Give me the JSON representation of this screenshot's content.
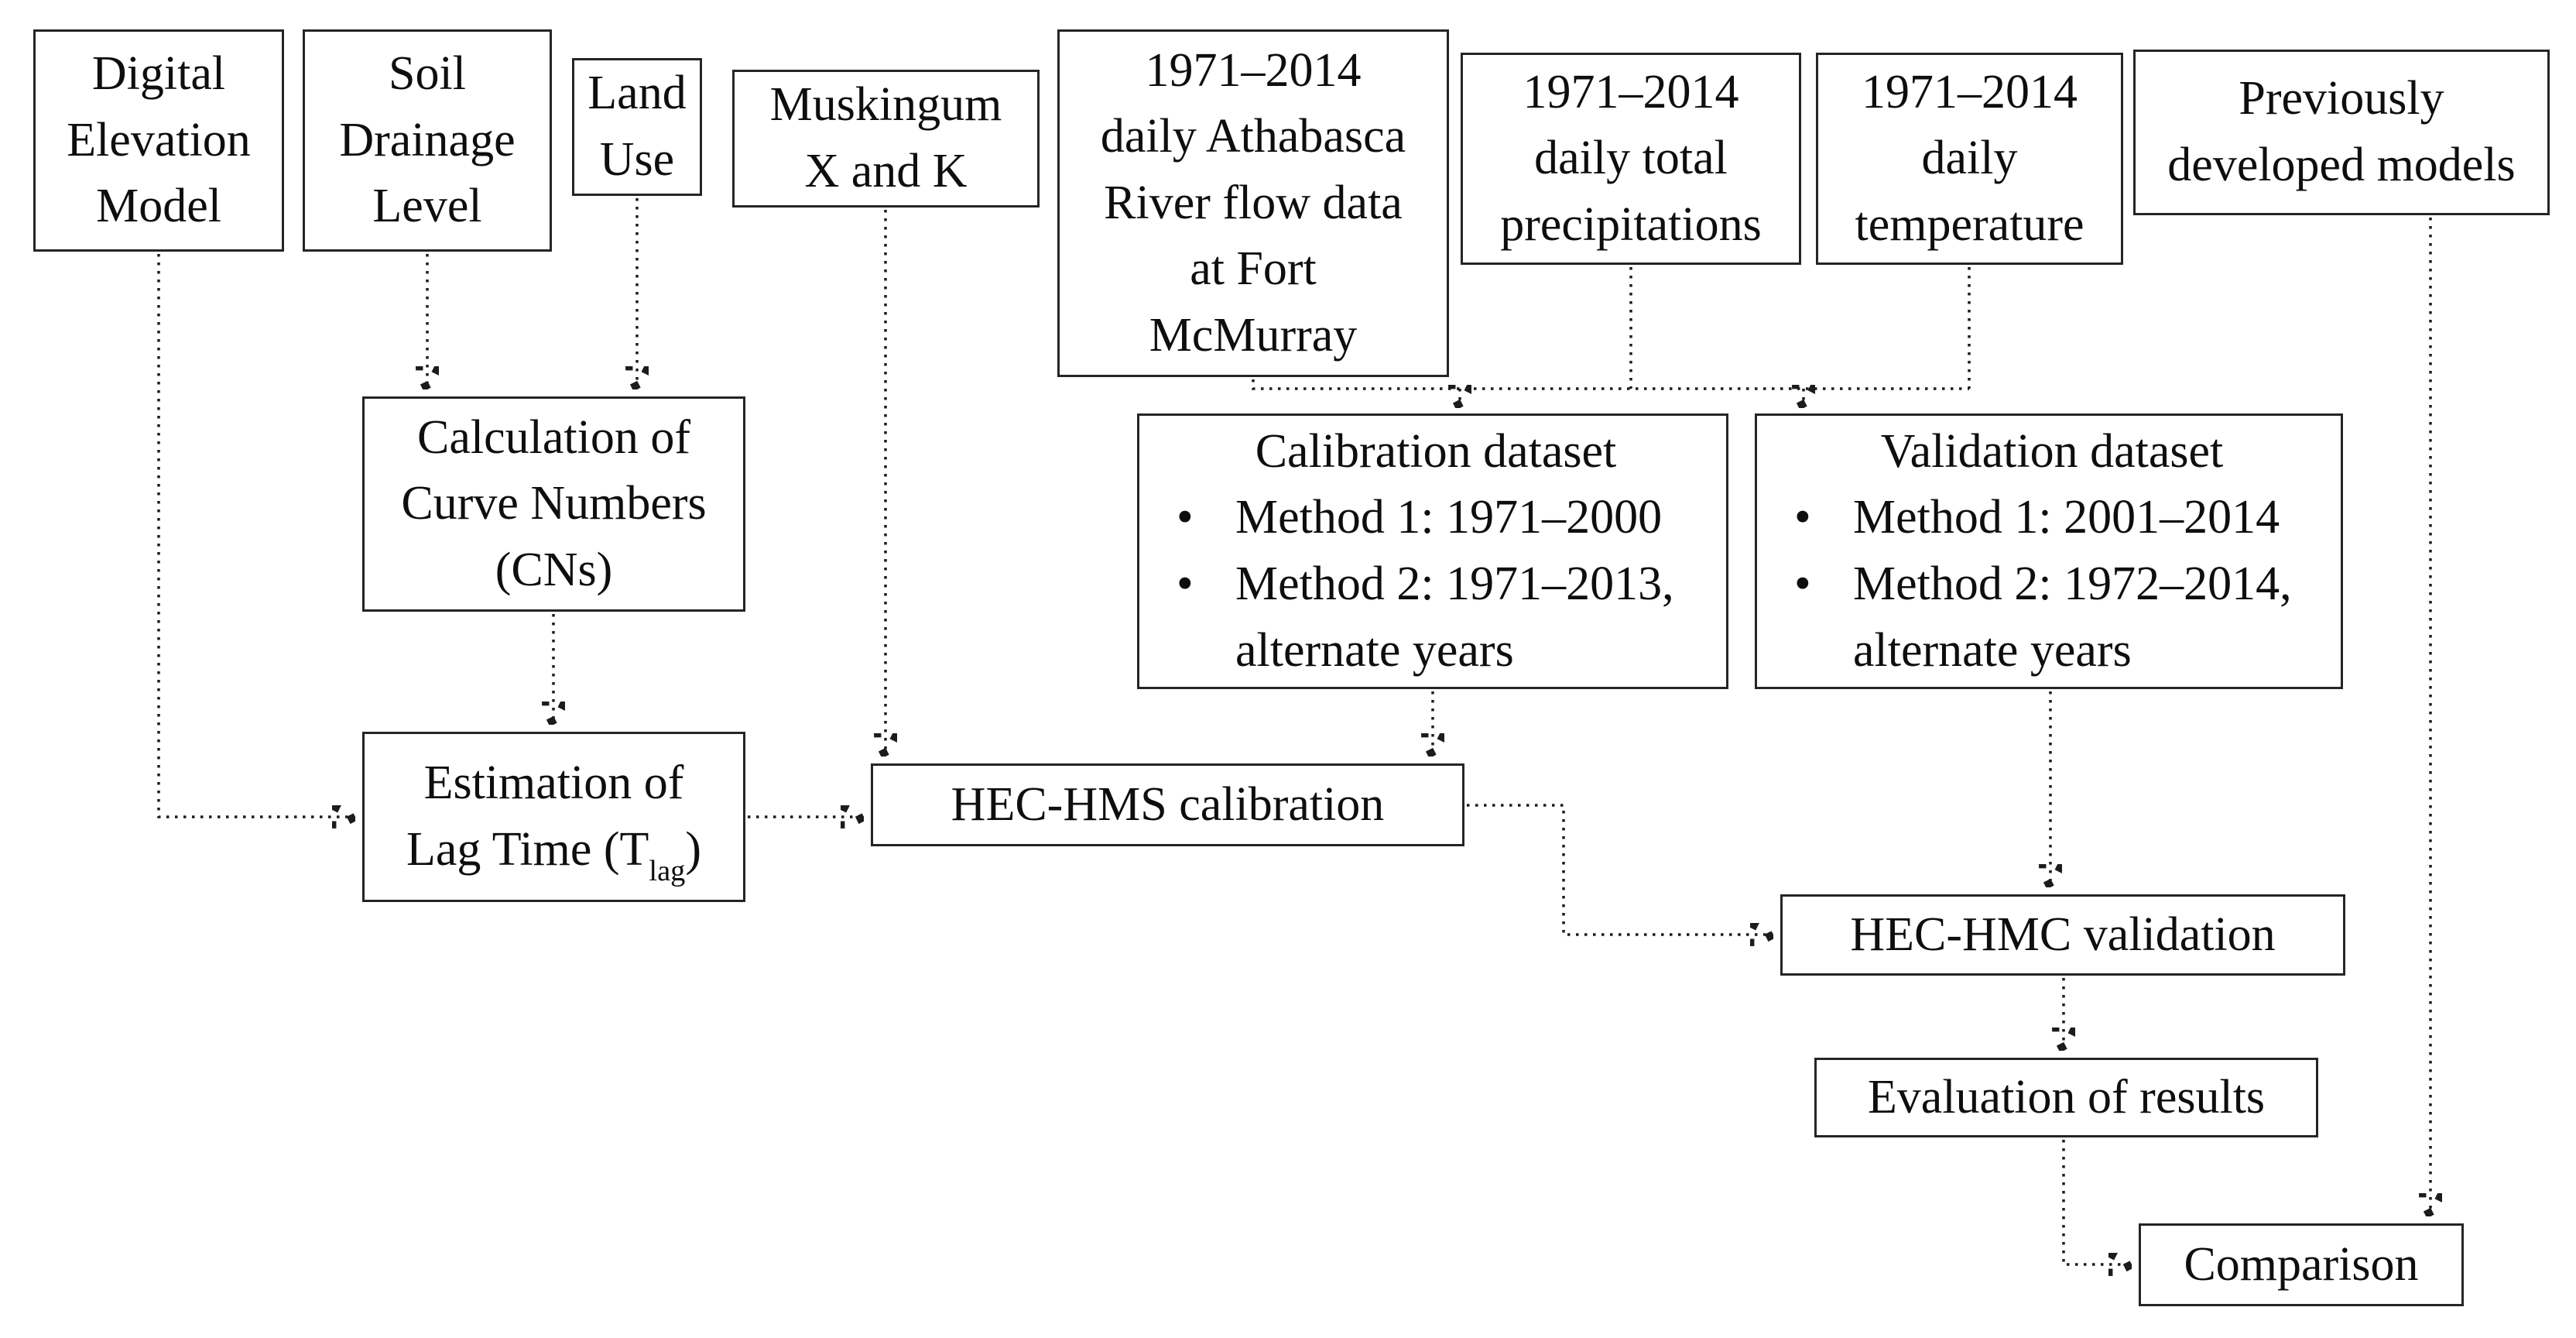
{
  "ui": {
    "bullet": "•"
  },
  "colors": {
    "background": "#ffffff",
    "line": "#1c1c1c",
    "text": "#0e0e0e",
    "box_border": "#252525"
  },
  "nodes": {
    "dem": {
      "label": "Digital\nElevation\nModel"
    },
    "soil": {
      "label": "Soil\nDrainage\nLevel"
    },
    "land_use": {
      "label": "Land\nUse"
    },
    "muskingum": {
      "label": "Muskingum\nX and K"
    },
    "flow_data": {
      "label": "1971–2014\ndaily Athabasca\nRiver flow data\nat Fort\nMcMurray"
    },
    "precipitations": {
      "label": "1971–2014\ndaily total\nprecipitations"
    },
    "temperature": {
      "label": "1971–2014\ndaily\ntemperature"
    },
    "previous_models": {
      "label": "Previously\ndeveloped models"
    },
    "curve_numbers": {
      "label": "Calculation of\nCurve Numbers\n(CNs)"
    },
    "calibration_dataset": {
      "title": "Calibration dataset",
      "bullets": [
        "Method 1: 1971–2000",
        "Method 2: 1971–2013, alternate years"
      ]
    },
    "validation_dataset": {
      "title": "Validation dataset",
      "bullets": [
        "Method 1: 2001–2014",
        "Method 2: 1972–2014, alternate years"
      ]
    },
    "lag_time": {
      "line1": "Estimation of",
      "line2_pre": "Lag Time (T",
      "line2_sub": "lag",
      "line2_post": ")"
    },
    "hec_hms_calibration": {
      "label": "HEC-HMS calibration"
    },
    "hec_hmc_validation": {
      "label": "HEC-HMC validation"
    },
    "evaluation": {
      "label": "Evaluation of results"
    },
    "comparison": {
      "label": "Comparison"
    }
  }
}
